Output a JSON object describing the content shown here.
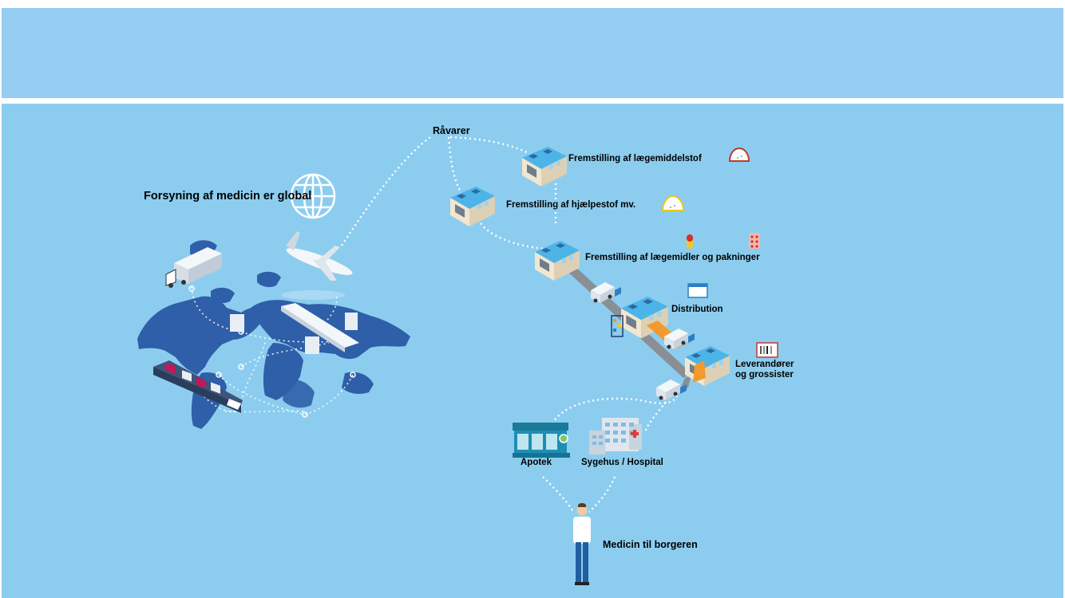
{
  "diagram": {
    "global_title": "Forsyning af medicin er global",
    "nodes": {
      "raw_materials": "Råvarer",
      "active_substance": "Fremstilling af lægemiddelstof",
      "excipients": "Fremstilling af hjælpestof mv.",
      "medicines_packaging": "Fremstilling af lægemidler og pakninger",
      "distribution": "Distribution",
      "suppliers_line1": "Leverandører",
      "suppliers_line2": "og grossister",
      "pharmacy": "Apotek",
      "hospital": "Sygehus / Hospital",
      "citizen": "Medicin til borgeren"
    }
  },
  "colors": {
    "top_band": "#96cdf2",
    "background": "#8ccdef",
    "map": "#2f5fa8",
    "accent": "#f29a2e",
    "building_roof": "#3aa4db"
  }
}
